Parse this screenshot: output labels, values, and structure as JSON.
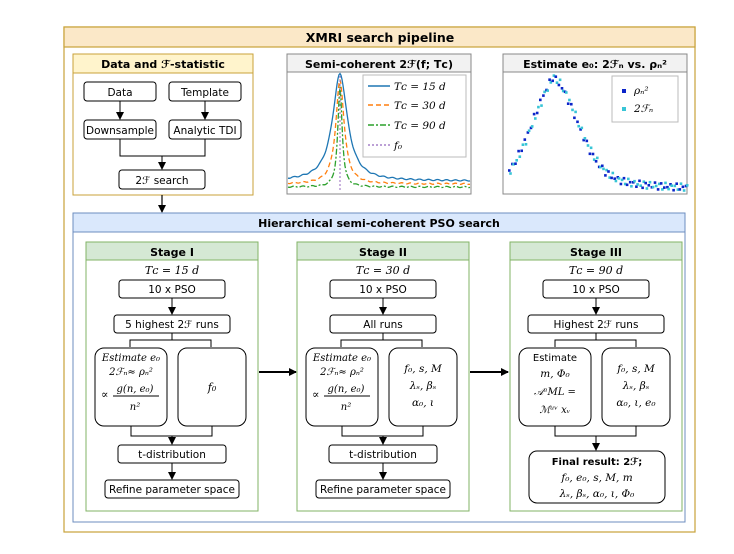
{
  "title": "XMRI search pipeline",
  "data_section": {
    "header": "Data and ℱ-statistic",
    "data": "Data",
    "template": "Template",
    "downsample": "Downsample",
    "tdi": "Analytic TDI",
    "search": "2ℱ search"
  },
  "semi_plot": {
    "title": "Semi-coherent 2ℱ(f; Tᴄ)",
    "legend": [
      "Tᴄ = 15 d",
      "Tᴄ = 30 d",
      "Tᴄ = 90 d",
      "f₀"
    ],
    "colors": [
      "#1f77b4",
      "#ff7f0e",
      "#2ca02c",
      "#9467bd"
    ]
  },
  "est_plot": {
    "title": "Estimate e₀: 2ℱₙ vs. ρₙ²",
    "legend": [
      "ρₙ²",
      "2ℱₙ"
    ],
    "colors": [
      "#0b24c9",
      "#38c5d6"
    ]
  },
  "hier": {
    "header": "Hierarchical semi-coherent PSO search",
    "stages": [
      {
        "header": "Stage I",
        "tc": "Tᴄ = 15 d",
        "pso": "10 x PSO",
        "runs": "5 highest 2ℱ runs",
        "left_box": [
          "Estimate e₀",
          "2ℱₙ≈ ρₙ²",
          "g(n, e₀)",
          "n²",
          "∝"
        ],
        "right_box": [
          "f₀"
        ],
        "tdist": "t-distribution",
        "refine": "Refine parameter space"
      },
      {
        "header": "Stage II",
        "tc": "Tᴄ = 30 d",
        "pso": "10 x PSO",
        "runs": "All runs",
        "left_box": [
          "Estimate e₀",
          "2ℱₙ≈ ρₙ²",
          "g(n, e₀)",
          "n²",
          "∝"
        ],
        "right_box": [
          "f₀, s, M",
          "λₛ, βₛ",
          "α₀, ι"
        ],
        "tdist": "t-distribution",
        "refine": "Refine parameter space"
      },
      {
        "header": "Stage III",
        "tc": "Tᴄ = 90 d",
        "pso": "10 x PSO",
        "runs": "Highest 2ℱ runs",
        "left_box": [
          "Estimate",
          "m, Φ₀",
          "𝒜ᵘML =",
          "ℳᵘᵛ xᵥ"
        ],
        "right_box": [
          "f₀, s, M",
          "λₛ, βₛ",
          "α₀, ι, e₀"
        ],
        "final": [
          "Final result: 2ℱ;",
          "f₀, e₀, s, M, m",
          "λₛ, βₛ, α₀, ι, Φ₀"
        ]
      }
    ]
  }
}
